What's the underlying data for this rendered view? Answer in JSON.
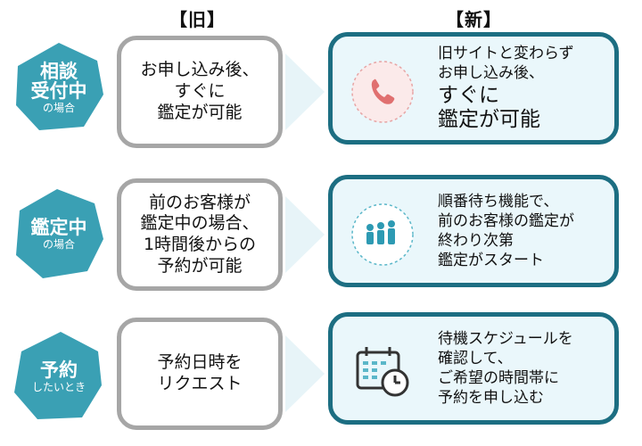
{
  "headers": {
    "old": "【旧】",
    "new": "【新】"
  },
  "rows": [
    {
      "badge": {
        "lines": [
          "相談",
          "受付中"
        ],
        "small": "の場合",
        "color": "#3aa0b4"
      },
      "old": [
        "お申し込み後、",
        "すぐに",
        "鑑定が可能"
      ],
      "new_small": [
        "旧サイトと変わらず",
        "お申し込み後、"
      ],
      "new_large": [
        "すぐに",
        "鑑定が可能"
      ],
      "icon": "phone-icon"
    },
    {
      "badge": {
        "lines": [
          "鑑定中"
        ],
        "small": "の場合",
        "color": "#3aa0b4"
      },
      "old": [
        "前のお客様が",
        "鑑定中の場合、",
        "1時間後からの",
        "予約が可能"
      ],
      "new_small": [
        "順番待ち機能で、",
        "前のお客様の鑑定が",
        "終わり次第",
        "鑑定がスタート"
      ],
      "new_large": [],
      "icon": "queue-people-icon"
    },
    {
      "badge": {
        "lines": [
          "予約"
        ],
        "small": "したいとき",
        "color": "#3aa0b4"
      },
      "old": [
        "予約日時を",
        "リクエスト"
      ],
      "new_small": [
        "待機スケジュールを",
        "確認して、",
        "ご希望の時間帯に",
        "予約を申し込む"
      ],
      "new_large": [],
      "icon": "calendar-clock-icon"
    }
  ]
}
